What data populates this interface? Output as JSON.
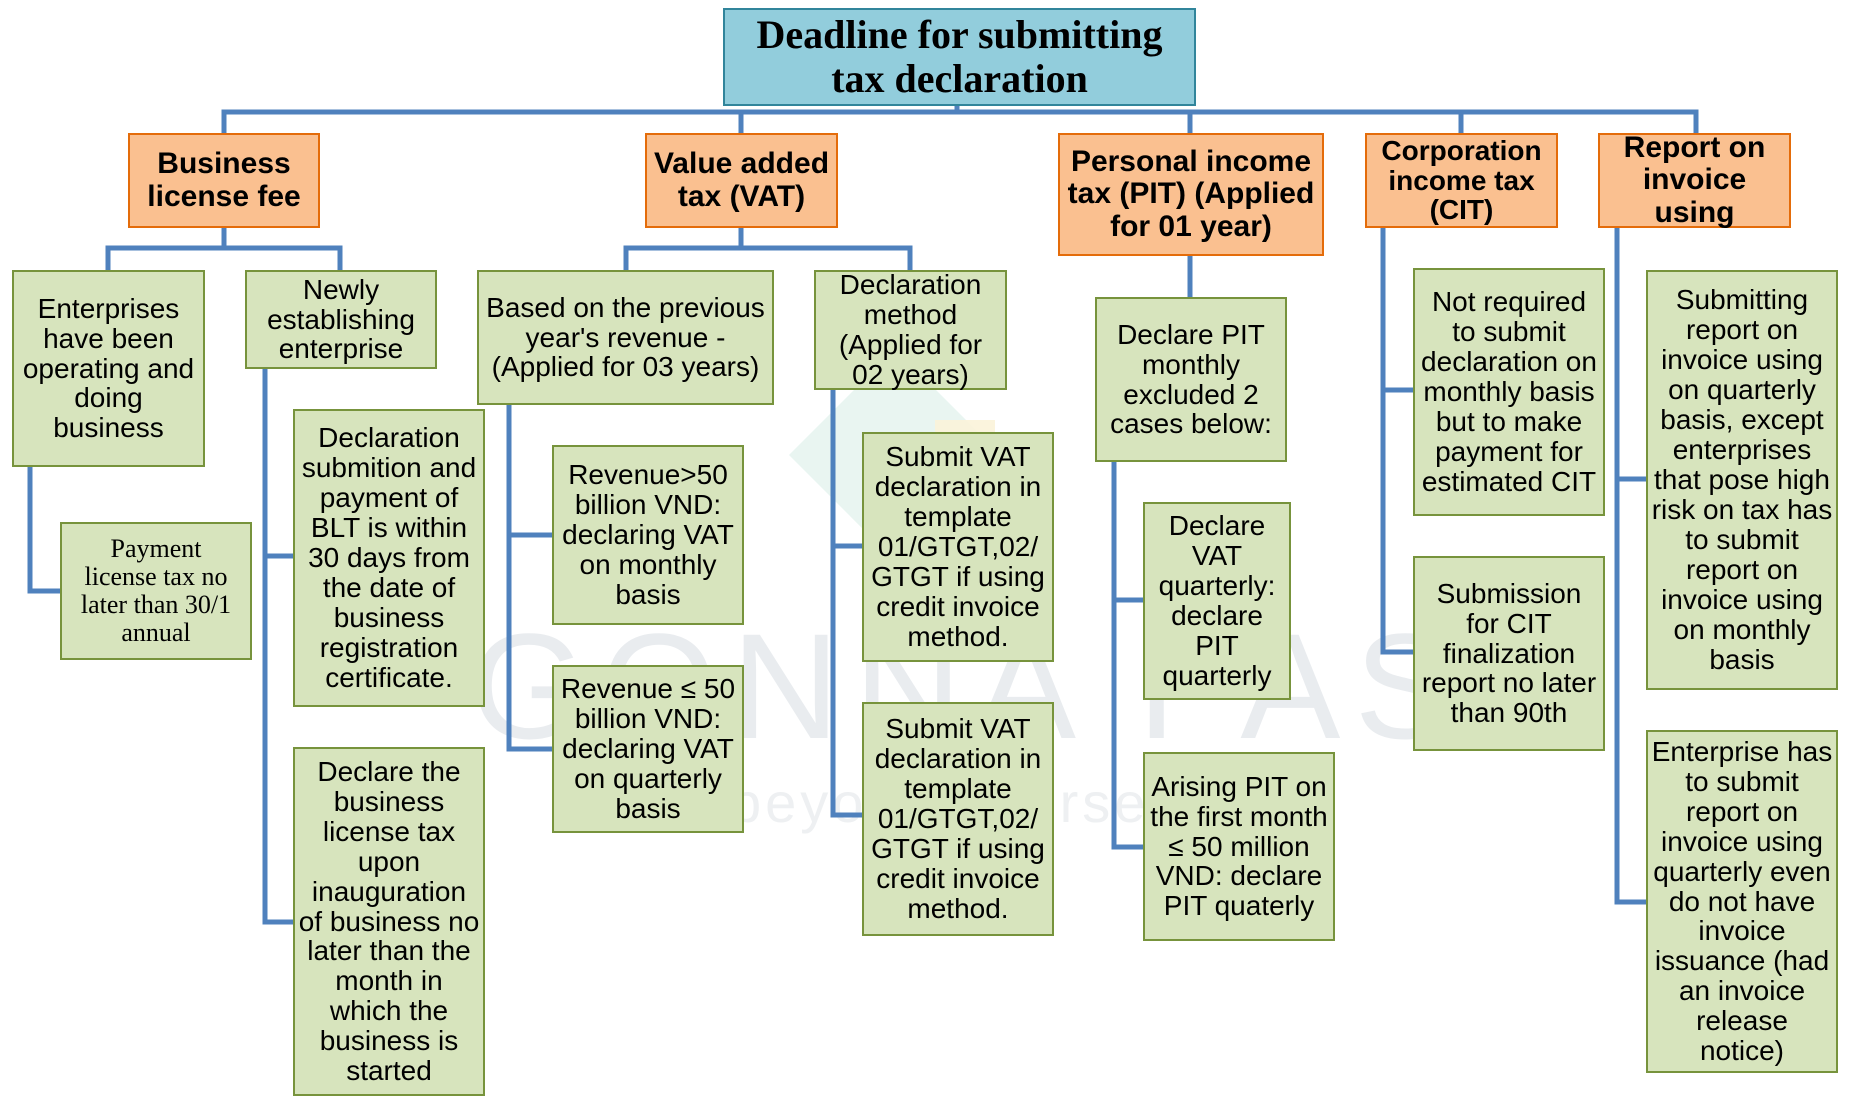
{
  "title": "Deadline for submitting\ntax declaration",
  "categories": {
    "blt": "Business\nlicense fee",
    "vat": "Value added\ntax (VAT)",
    "pit": "Personal income\ntax (PIT) (Applied\nfor 01 year)",
    "cit": "Corporation\nincome tax\n(CIT)",
    "invoice": "Report on\ninvoice using"
  },
  "blt": {
    "operating": "Enterprises\nhave been\noperating and\ndoing\nbusiness",
    "new": "Newly\nestablishing\nenterprise",
    "payment": "Payment\nlicense tax no\nlater than 30/1\nannual",
    "submission": "Declaration\nsubmition and\npayment of\nBLT is within\n30 days from\nthe date of\nbusiness\nregistration\ncertificate.",
    "inauguration": "Declare the\nbusiness\nlicense tax\nupon\ninauguration\nof business no\nlater than the\nmonth in\nwhich the\nbusiness is\nstarted"
  },
  "vat": {
    "previous_revenue": "Based on the previous\nyear's  revenue  -\n(Applied for 03 years)",
    "declaration_method": "Declaration\nmethod\n(Applied for\n02 years)",
    "over_50": "Revenue>50\nbillion VND:\ndeclaring VAT\non monthly\nbasis",
    "under_50": "Revenue ≤ 50\nbillion VND:\ndeclaring VAT\non quarterly\nbasis",
    "submit_1": "Submit VAT\ndeclaration in\ntemplate\n01/GTGT,02/\nGTGT if using\ncredit invoice\nmethod.",
    "submit_2": "Submit VAT\ndeclaration in\ntemplate\n01/GTGT,02/\nGTGT if using\ncredit invoice\nmethod."
  },
  "pit": {
    "monthly": "Declare PIT\nmonthly\nexcluded 2\ncases below:",
    "quarterly": "Declare\nVAT\nquarterly:\ndeclare\nPIT\nquarterly",
    "arising": "Arising PIT on\nthe first month\n≤ 50 million\nVND: declare\nPIT quaterly"
  },
  "cit": {
    "not_required": "Not required\nto submit\ndeclaration on\nmonthly basis\nbut to make\npayment for\nestimated CIT",
    "finalization": "Submission\nfor CIT\nfinalization\nreport no later\nthan 90th"
  },
  "invoice": {
    "quarterly": "Submitting\nreport on\ninvoice using\non quarterly\nbasis, except\nenterprises\nthat pose high\nrisk on tax has\nto submit\nreport on\ninvoice using\non monthly\nbasis",
    "no_issuance": "Enterprise has\nto submit\nreport on\ninvoice using\nquarterly even\ndo not have\ninvoice\nissuance (had\nan invoice\nrelease\nnotice)"
  },
  "watermark": {
    "main": "GONNA PASS",
    "sub": "beyond yourself"
  },
  "colors": {
    "root_fill": "#92cddc",
    "category_fill": "#fac090",
    "leaf_fill": "#d7e4bd",
    "connector": "#4f81bd"
  }
}
